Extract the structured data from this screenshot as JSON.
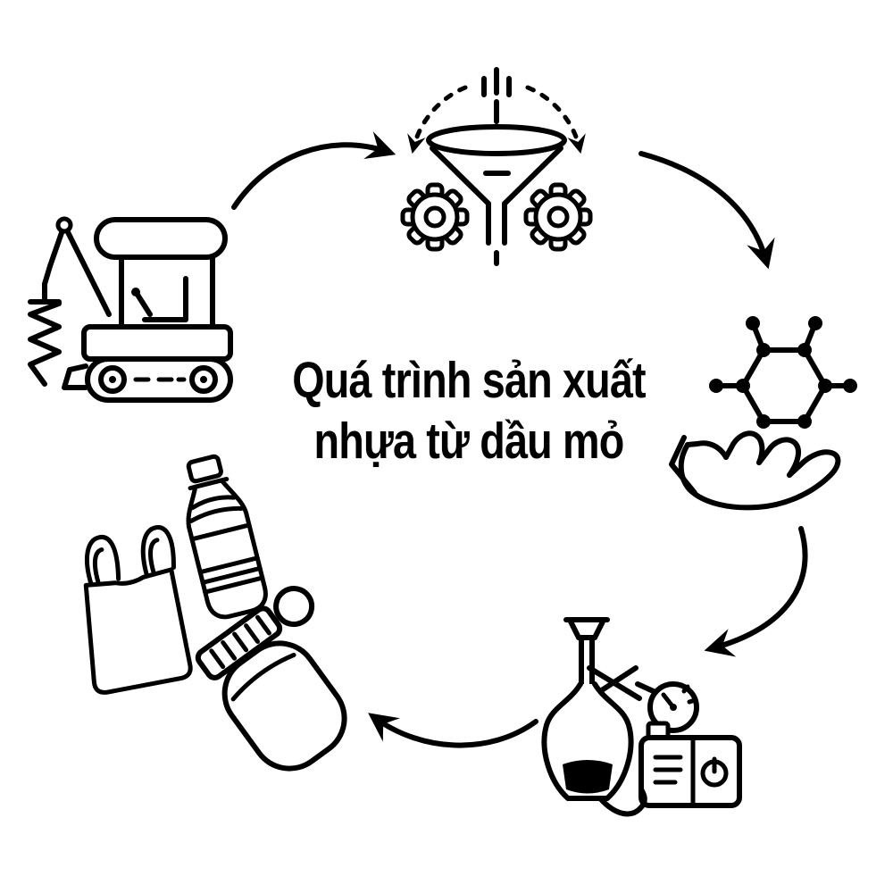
{
  "title": {
    "line1": "Quá trình sản xuất",
    "line2": "nhựa từ dầu mỏ"
  },
  "colors": {
    "ink": "#000000",
    "background": "#ffffff"
  },
  "stages": [
    {
      "name": "oil-extraction",
      "icon": "excavator-auger-icon"
    },
    {
      "name": "refining-filtering",
      "icon": "funnel-gears-icon"
    },
    {
      "name": "polymer-chemistry",
      "icon": "molecule-in-hand-icon"
    },
    {
      "name": "processing-distillation",
      "icon": "flask-pump-icon"
    },
    {
      "name": "plastic-products",
      "icon": "plastic-bag-bottles-icon"
    }
  ]
}
